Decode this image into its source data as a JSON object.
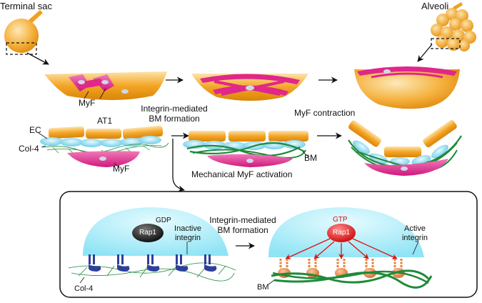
{
  "labels": {
    "terminal_sac": "Terminal sac",
    "alveoli": "Alveoli",
    "myf_top": "MyF",
    "ec": "EC",
    "at1": "AT1",
    "col4_mid": "Col-4",
    "myf_mid": "MyF",
    "bm_formation_line1": "Integrin-mediated",
    "bm_formation_line2": "BM formation",
    "myf_contraction": "MyF contraction",
    "bm_mid": "BM",
    "mechanical_activation": "Mechanical MyF activation",
    "gdp": "GDP",
    "rap1_inactive": "Rap1",
    "inactive_line1": "Inactive",
    "inactive_line2": "integrin",
    "col4_box": "Col-4",
    "box_formation_line1": "Integrin-mediated",
    "box_formation_line2": "BM formation",
    "gtp": "GTP",
    "rap1_active": "Rap1",
    "active_line1": "Active",
    "active_line2": "integrin",
    "bm_box": "BM"
  },
  "colors": {
    "sac_orange": "#f3a21c",
    "myf_magenta": "#e0278a",
    "ec_blue": "#7fd6ee",
    "ecm_green": "#1f8a3a",
    "integrin_inactive": "#2e3f9c",
    "integrin_active": "#e8803a",
    "rap1_inactive": "#222222",
    "rap1_active": "#e01a1a",
    "gtp_text": "#d01010"
  }
}
